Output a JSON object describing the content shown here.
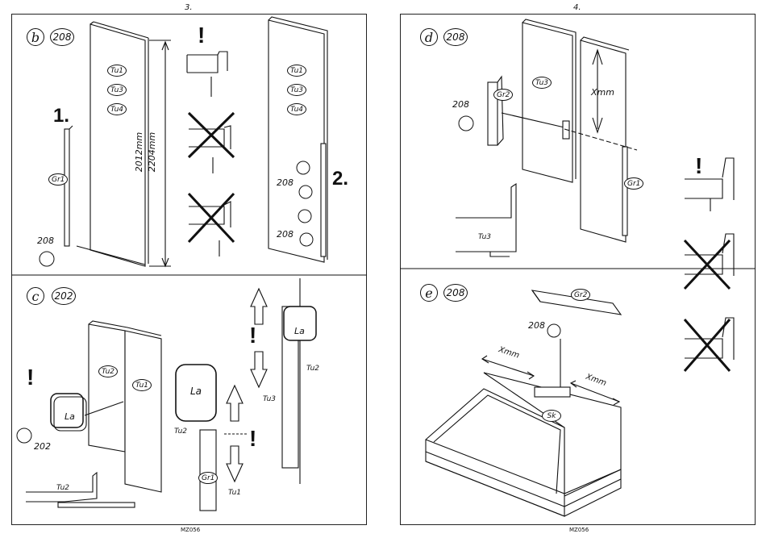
{
  "left_page_number": "3.",
  "right_page_number": "4.",
  "left_footer": "MZ056",
  "right_footer": "MZ056",
  "steps": {
    "b": {
      "letter": "b",
      "code": "208",
      "parts": [
        "Tu1",
        "Tu3",
        "Tu4"
      ],
      "parts_right": [
        "Tu1",
        "Tu3",
        "Tu4"
      ],
      "gr": "Gr1",
      "screw": "208",
      "screws_right": [
        "208",
        "208"
      ],
      "dim1": "2012mm",
      "dim2": "2204mm",
      "step1": "1.",
      "step2": "2."
    },
    "c": {
      "letter": "c",
      "code": "202",
      "door_left": "Tu2",
      "door_right": "Tu1",
      "la_left": "La",
      "la_mid": "La",
      "la_right": "La",
      "screw": "202",
      "tu2_a": "Tu2",
      "tu2_b": "Tu2",
      "tu2_c": "Tu2",
      "gr": "Gr1",
      "tu1": "Tu1",
      "tu3": "Tu3"
    },
    "d": {
      "letter": "d",
      "code": "208",
      "gr2": "Gr2",
      "tu3": "Tu3",
      "tu3_profile": "Tu3",
      "screw": "208",
      "xmm": "Xmm",
      "gr1": "Gr1"
    },
    "e": {
      "letter": "e",
      "code": "208",
      "gr2": "Gr2",
      "screw": "208",
      "xmm_left": "Xmm",
      "xmm_right": "Xmm",
      "sk": "Sk"
    }
  }
}
